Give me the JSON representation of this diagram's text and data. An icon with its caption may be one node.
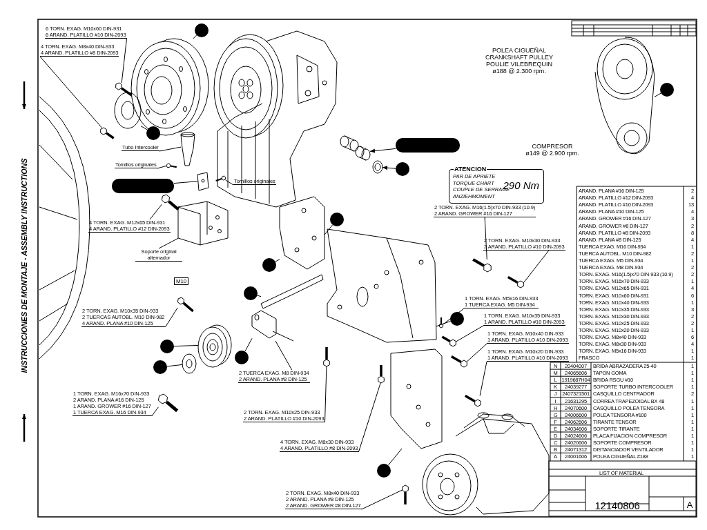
{
  "diagram": {
    "nodes": [
      {
        "text": [
          "6 TORN. EXAG. M10x60 DIN-931",
          "6 ARAND. PLATILLO #10 DIN-2093"
        ]
      },
      {
        "text": [
          "4 TORN. EXAG. M8x40 DIN-933",
          "4 ARAND. PLATILLO #8 DIN-2093"
        ]
      },
      {
        "text": [
          "Tubo Intercooler"
        ]
      },
      {
        "text": [
          "Tornillos originales"
        ]
      },
      {
        "text": [
          "Tornillos originales"
        ]
      },
      {
        "text": [
          "4 TORN. EXAG. M12x65 DIN-931",
          "4 ARAND. PLATILLO #12 DIN-2093"
        ]
      },
      {
        "text": [
          "Soporte original alternador"
        ]
      },
      {
        "text": [
          "2 TORN. EXAG. M10x35 DIN-933",
          "2 TUERCAS AUTOBL. M10 DIN-982",
          "4 ARAND. PLANA #10 DIN-125"
        ]
      },
      {
        "text": [
          "1 TORN. EXAG. M16x70 DIN-933",
          "2 ARAND. PLANA #16 DIN-125",
          "1 ARAND. GROWER #16 DIN-127",
          "1 TUERCA EXAG. M16 DIN-934"
        ]
      },
      {
        "text": [
          "2 TUERCA EXAG. M8 DIN-934",
          "2 ARAND. PLANA #8 DIN-125"
        ]
      },
      {
        "text": [
          "2 TORN. EXAG. M10x25 DIN-933",
          "2 ARAND. PLATILLO #10 DIN-2093"
        ]
      },
      {
        "text": [
          "4 TORN. EXAG. M8x30 DIN-933",
          "4 ARAND. PLATILLO #8 DIN-2093"
        ]
      },
      {
        "text": [
          "2 TORN. EXAG. M8x40 DIN-933",
          "2 ARAND. PLANA #8 DIN-125",
          "2 ARAND. GROWER #8 DIN-127"
        ]
      },
      {
        "text": [
          "ATENCION",
          "PAR DE APRIETE",
          "TORQUE CHART",
          "COUPLE DE SERRAGE",
          "ANZIEHMOMENT",
          "290 Nm"
        ]
      },
      {
        "text": [
          "2 TORN. EXAG. M16(1.5)x70 DIN-933 (10.9)",
          "2 ARAND. GROWER #16 DIN-127"
        ]
      },
      {
        "text": [
          "2 TORN. EXAG. M10x30 DIN-933",
          "2 ARAND. PLATILLO #10 DIN-2093"
        ]
      },
      {
        "text": [
          "1 TORN. EXAG. M5x16 DIN-933",
          "1 TUERCA EXAG. M5 DIN-934"
        ]
      },
      {
        "text": [
          "1 TORN. EXAG. M10x35 DIN-933",
          "1 ARAND. PLATILLO #10 DIN-2093"
        ]
      },
      {
        "text": [
          "1 TORN. EXAG. M10x40 DIN-933",
          "1 ARAND. PLATILLO #10 DIN-2093"
        ]
      },
      {
        "text": [
          "1 TORN. EXAG. M10x20 DIN-933",
          "1 ARAND. PLATILLO #10 DIN-2093"
        ]
      },
      {
        "text": [
          "POLEA CIGUEÑAL",
          "CRANKSHAFT PULLEY",
          "POULIE VILEBREQUIN",
          "ø188 @ 2.300 rpm."
        ]
      },
      {
        "text": [
          "COMPRESOR",
          "ø149 @ 2.900 rpm."
        ]
      },
      {
        "text": [],
        "shape": "circle"
      },
      {
        "text": [],
        "shape": "circle"
      },
      {
        "text": [],
        "shape": "circle"
      },
      {
        "text": [],
        "shape": "bar"
      },
      {
        "text": [],
        "shape": "circle"
      },
      {
        "text": [],
        "shape": "bar"
      },
      {
        "text": [],
        "shape": "circle"
      },
      {
        "text": [],
        "shape": "circle"
      },
      {
        "text": [],
        "shape": "circle"
      },
      {
        "text": [],
        "shape": "circle"
      },
      {
        "text": [],
        "shape": "circle"
      },
      {
        "text": [],
        "shape": "circle"
      },
      {
        "text": [],
        "shape": "circle"
      },
      {
        "text": [],
        "shape": "circle"
      },
      {
        "text": [],
        "shape": "bolt"
      },
      {
        "text": [],
        "shape": "bolt"
      },
      {
        "text": [],
        "shape": "picture"
      },
      {
        "text": [],
        "shape": "bolt"
      },
      {
        "text": [],
        "shape": "bolt"
      },
      {
        "text": [],
        "shape": "bolt"
      },
      {
        "text": [],
        "shape": "picture"
      },
      {
        "text": [],
        "shape": "bolt"
      },
      {
        "text": [],
        "shape": "bolt"
      },
      {
        "text": [],
        "shape": "bracket"
      },
      {
        "text": [],
        "shape": "bolt"
      },
      {
        "text": [],
        "shape": "bolt"
      },
      {
        "text": [],
        "shape": "bolt"
      },
      {
        "text": [],
        "shape": "bolt"
      },
      {
        "text": [],
        "shape": "bolt"
      },
      {
        "text": [],
        "shape": "bolt"
      },
      {
        "text": [],
        "shape": "bolt"
      },
      {
        "text": [],
        "shape": "bolt"
      },
      {
        "text": [],
        "shape": "bolt"
      },
      {
        "text": [],
        "shape": "picture"
      },
      {
        "text": [],
        "shape": "picture"
      },
      {
        "text": [],
        "shape": "picture"
      },
      {
        "text": [],
        "shape": "picture"
      },
      {
        "text": [],
        "shape": "picture"
      },
      {
        "text": [],
        "shape": "picture"
      },
      {
        "text": [],
        "shape": "picture"
      },
      {
        "text": [],
        "shape": "picture"
      },
      {
        "text": [],
        "shape": "picture"
      },
      {
        "text": [],
        "shape": "picture"
      },
      {
        "text": [],
        "shape": "picture"
      },
      {
        "text": [],
        "shape": "picture"
      }
    ],
    "edges": [
      {
        "from": 0,
        "to": 36,
        "arrow": "none"
      },
      {
        "from": 1,
        "to": 37,
        "arrow": "none"
      },
      {
        "from": 2,
        "to": 38,
        "arrow": "none"
      },
      {
        "from": 3,
        "to": 39,
        "arrow": "none"
      },
      {
        "from": 4,
        "to": 40,
        "arrow": "none"
      },
      {
        "from": 5,
        "to": 41,
        "arrow": "none"
      },
      {
        "from": 6,
        "to": 42,
        "arrow": "none"
      },
      {
        "from": 7,
        "to": 43,
        "arrow": "none"
      },
      {
        "from": 8,
        "to": 44,
        "arrow": "none"
      },
      {
        "from": 9,
        "to": 45,
        "arrow": "none"
      },
      {
        "from": 10,
        "to": 46,
        "arrow": "none"
      },
      {
        "from": 11,
        "to": 47,
        "arrow": "none"
      },
      {
        "from": 12,
        "to": 48,
        "arrow": "none"
      },
      {
        "from": 14,
        "to": 49,
        "arrow": "none"
      },
      {
        "from": 15,
        "to": 50,
        "arrow": "none"
      },
      {
        "from": 16,
        "to": 51,
        "arrow": "none"
      },
      {
        "from": 17,
        "to": 52,
        "arrow": "none"
      },
      {
        "from": 18,
        "to": 53,
        "arrow": "none"
      },
      {
        "from": 19,
        "to": 54,
        "arrow": "none"
      },
      {
        "from": 22,
        "to": 55,
        "arrow": "none"
      },
      {
        "from": 23,
        "to": 56,
        "arrow": "none"
      },
      {
        "from": 24,
        "to": 57,
        "arrow": "none"
      },
      {
        "from": 25,
        "to": 58,
        "arrow": "to"
      },
      {
        "from": 26,
        "to": 59,
        "arrow": "to"
      },
      {
        "from": 27,
        "to": 60,
        "arrow": "none"
      },
      {
        "from": 28,
        "to": 61,
        "arrow": "none"
      },
      {
        "from": 29,
        "to": 61,
        "arrow": "none"
      },
      {
        "from": 30,
        "to": 63,
        "arrow": "none"
      },
      {
        "from": 31,
        "to": 62,
        "arrow": "none"
      },
      {
        "from": 32,
        "to": 64,
        "arrow": "none"
      },
      {
        "from": 33,
        "to": 45,
        "arrow": "none"
      },
      {
        "from": 34,
        "to": 65,
        "arrow": "none"
      },
      {
        "from": 35,
        "to": 66,
        "arrow": "none"
      }
    ],
    "labels": [
      "INSTRUCCIONES DE MONTAJE - ASSEMBLY INSTRUCTIONS",
      "M10",
      "ARAND. PLANA #16 DIN-125",
      "2",
      "ARAND. PLATILLO #12 DIN-2093",
      "4",
      "ARAND. PLATILLO #10 DIN-2093",
      "13",
      "ARAND. PLANA #10 DIN-125",
      "4",
      "ARAND. GROWER #16 DIN-127",
      "3",
      "ARAND. GROWER #8 DIN-127",
      "2",
      "ARAND. PLATILLO #8 DIN-2093",
      "8",
      "ARAND. PLANA #8 DIN-125",
      "4",
      "TUERCA EXAG. M16 DIN-934",
      "1",
      "TUERCA AUTOBL. M10 DIN-982",
      "2",
      "TUERCA EXAG. M5 DIN-934",
      "1",
      "TUERCA EXAG. M8 DIN-934",
      "2",
      "TORN. EXAG. M16(1.5)x70 DIN-933 (10.9)",
      "2",
      "TORN. EXAG. M16x70 DIN-933",
      "1",
      "TORN. EXAG. M12x65 DIN-931",
      "4",
      "TORN. EXAG. M10x60 DIN-931",
      "6",
      "TORN. EXAG. M10x40 DIN-933",
      "1",
      "TORN. EXAG. M10x35 DIN-933",
      "3",
      "TORN. EXAG. M10x30 DIN-933",
      "2",
      "TORN. EXAG. M10x25 DIN-933",
      "2",
      "TORN. EXAG. M10x20 DIN-933",
      "1",
      "TORN. EXAG. M8x40 DIN-933",
      "6",
      "TORN. EXAG. M8x30 DIN-933",
      "4",
      "TORN. EXAG. M5x16 DIN-933",
      "1",
      "FRASCO",
      "1",
      "N",
      "20404007",
      "BRIDA ABRAZADERA 25-40",
      "1",
      "M",
      "24065606",
      "TAPON GOMA",
      "1",
      "L",
      "1919687H04",
      "BRIDA RSGU #10",
      "1",
      "K",
      "24039277",
      "SOPORTE TURBO INTERCOOLER",
      "1",
      "J",
      "2407321501",
      "CASQUILLO CENTRADOR",
      "2",
      "I",
      "21631295",
      "CORREA TRAPEZOIDAL BX 48",
      "1",
      "H",
      "24070600",
      "CASQUILLO POLEA TENSORA",
      "1",
      "G",
      "24006600",
      "POLEA TENSORA #100",
      "1",
      "F",
      "24062606",
      "TIRANTE TENSOR",
      "1",
      "E",
      "24034606",
      "SOPORTE TIRANTE",
      "1",
      "D",
      "24024606",
      "PLACA FIJACION COMPRESOR",
      "1",
      "C",
      "24020606",
      "SOPORTE COMPRESOR",
      "1",
      "B",
      "24071312",
      "DISTANCIADOR VENTILADOR",
      "1",
      "A",
      "24001606",
      "POLEA CIGUEÑAL #188",
      "1",
      "LIST OF MATERIAL",
      "12140806",
      "A"
    ]
  }
}
